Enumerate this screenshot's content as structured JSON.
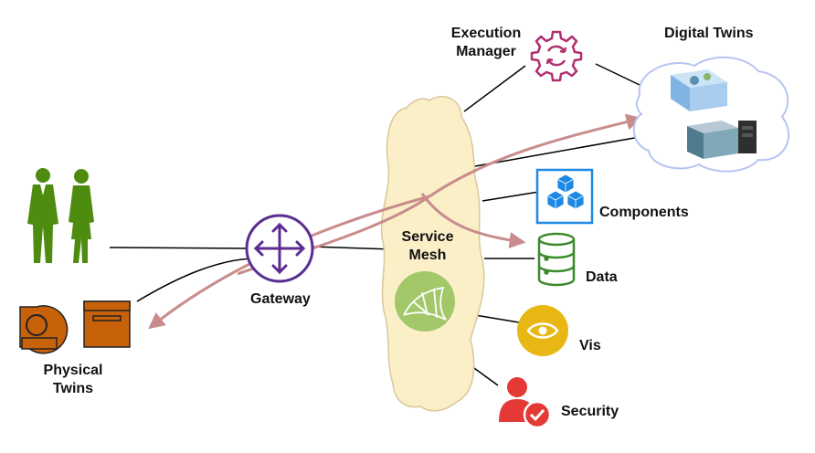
{
  "labels": {
    "execution_manager": [
      "Execution",
      "Manager"
    ],
    "digital_twins": "Digital Twins",
    "service_mesh": [
      "Service",
      "Mesh"
    ],
    "components": "Components",
    "data": "Data",
    "vis": "Vis",
    "security": "Security",
    "gateway": "Gateway",
    "physical_twins": [
      "Physical",
      "Twins"
    ]
  },
  "icons": {
    "people": "person-silhouette-icon",
    "fan": "blower-fan-icon",
    "box": "box-icon",
    "gateway": "router-arrows-icon",
    "execution_manager": "gear-refresh-icon",
    "components": "cubes-icon",
    "data": "database-icon",
    "vis": "eye-icon",
    "security": "user-check-icon",
    "service_mesh": "mesh-icon",
    "digital_twins": "3d-model-icon"
  },
  "colors": {
    "people": "#4d8c0f",
    "physical": "#c8620a",
    "gateway": "#5c2d91",
    "execution_manager": "#b0306f",
    "components": "#1e88e5",
    "data": "#3b8a2c",
    "vis": "#e8b714",
    "security": "#e53935",
    "service_mesh_cloud": "#fbefc8",
    "service_mesh_icon": "#a2c86a",
    "flow_arrow": "#c98c8c",
    "cloud_outline": "#b7c4f2"
  }
}
